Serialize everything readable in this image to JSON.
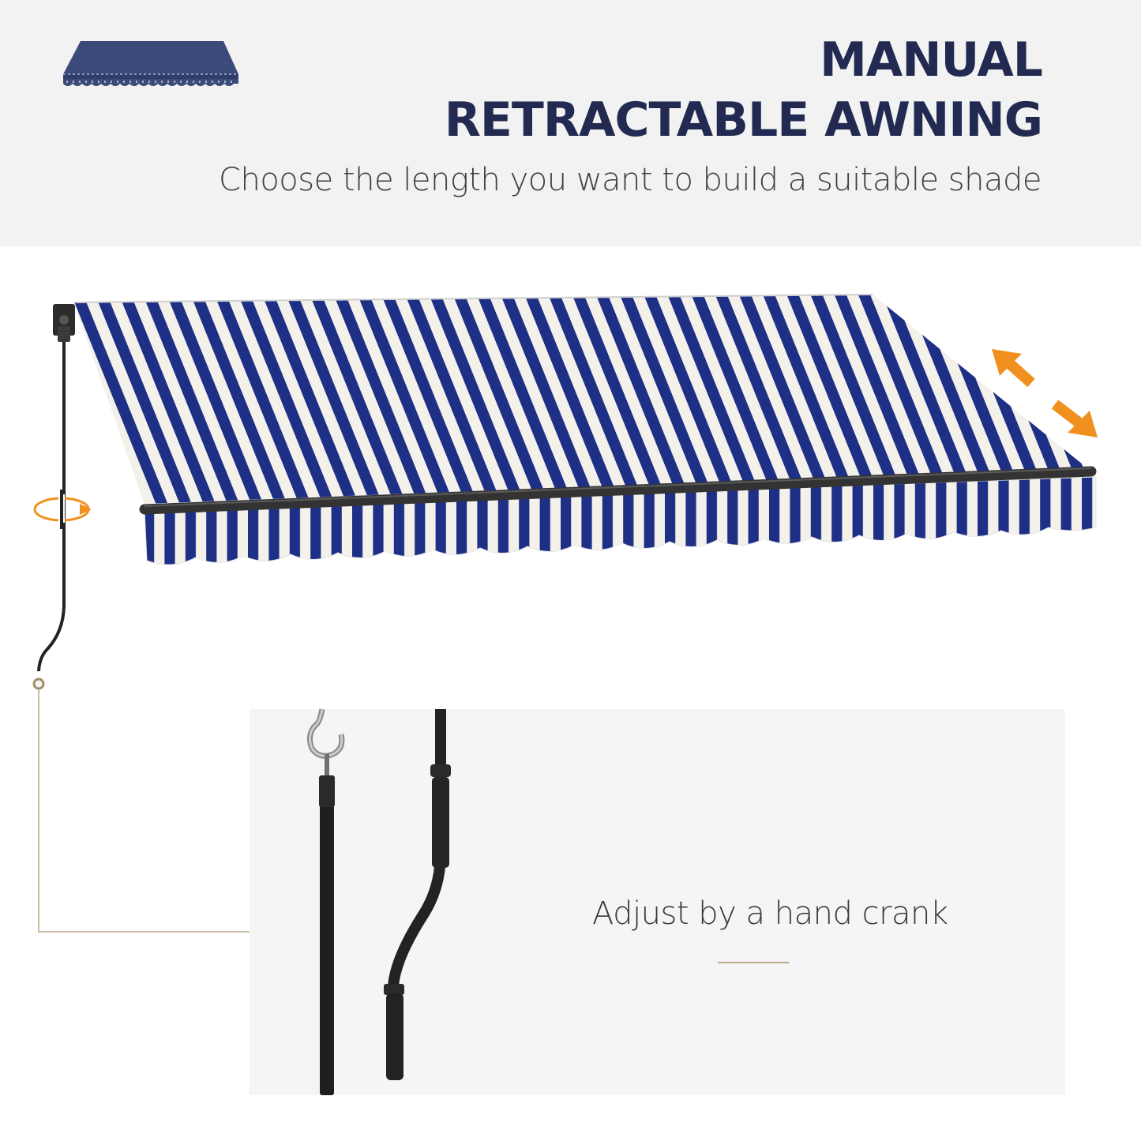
{
  "header": {
    "title_line1": "MANUAL",
    "title_line2": "RETRACTABLE AWNING",
    "subtitle": "Choose the length you want to build a suitable shade"
  },
  "detail": {
    "caption": "Adjust by a hand crank"
  },
  "colors": {
    "title": "#232a52",
    "stripe_blue": "#1e2f86",
    "stripe_white": "#f4f1ea",
    "arrow_orange": "#f0901e",
    "bar_dark": "#333333",
    "banner_bg": "#f2f2f2",
    "detail_bg": "#f5f5f5"
  },
  "icons": [
    "awning-logo-icon",
    "extend-arrow-icon",
    "rotate-arrow-icon",
    "hook-icon",
    "crank-handle-icon"
  ]
}
